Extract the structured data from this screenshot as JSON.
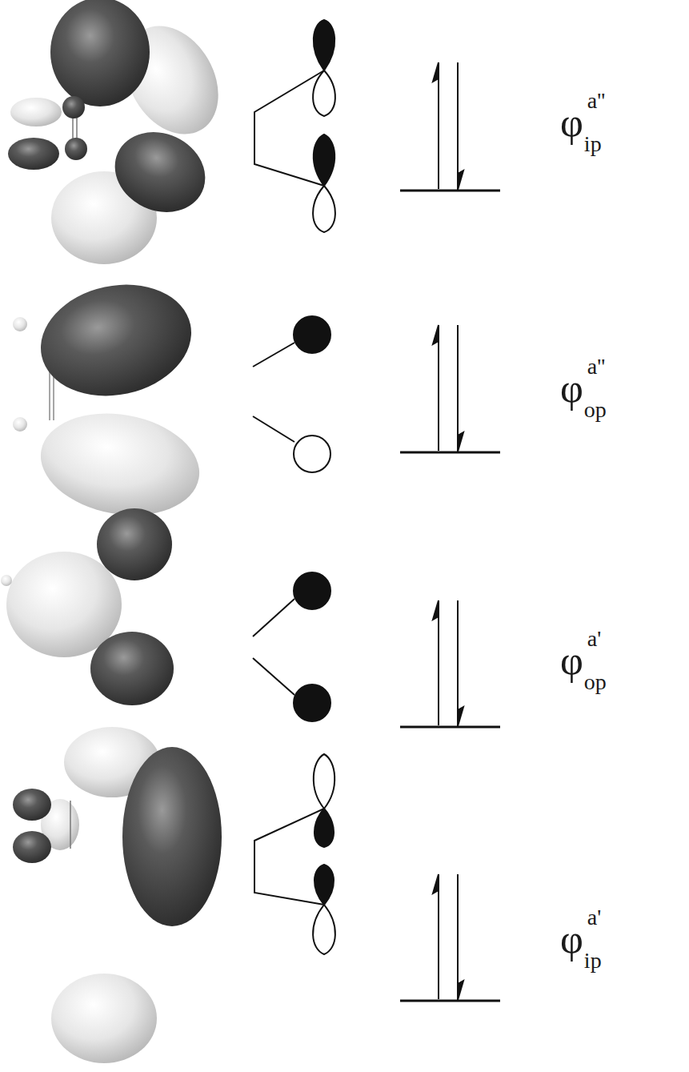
{
  "diagram": {
    "labels": [
      "φ",
      "ip",
      "a''",
      "φ",
      "op",
      "a''",
      "φ",
      "op",
      "a'",
      "φ",
      "ip",
      "a'"
    ]
  }
}
